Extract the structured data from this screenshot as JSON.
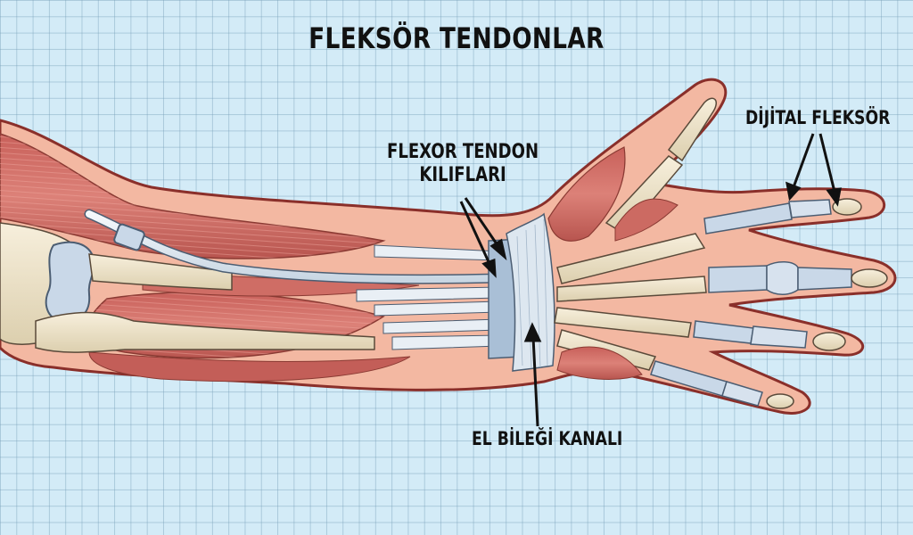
{
  "title": "FLEKSÖR TENDONLAR",
  "labels": {
    "flexor_sheaths_line1": "FLEXOR TENDON",
    "flexor_sheaths_line2": "KILIFLARI",
    "digital_flexor": "DİJİTAL FLEKSÖR",
    "carpal_tunnel": "EL BİLEĞİ KANALI"
  },
  "colors": {
    "background": "#d3ebf7",
    "grid_line": "#9cc0d4",
    "skin": "#f2b7a0",
    "skin_outline": "#8a2f2a",
    "muscle": "#d4726a",
    "muscle_dark": "#b55650",
    "bone": "#efe3c8",
    "tendon": "#e4ecf3",
    "sheath": "#b9cde0",
    "arrow": "#111111"
  }
}
